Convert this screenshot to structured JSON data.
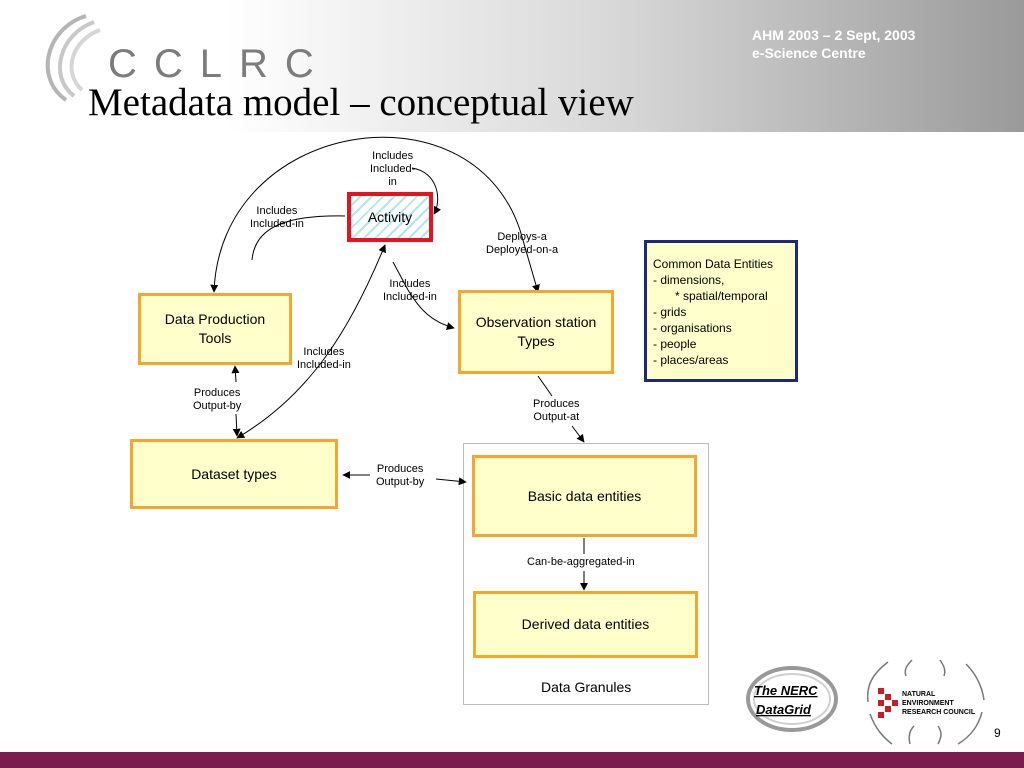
{
  "header": {
    "event_line1": "AHM 2003 – 2 Sept, 2003",
    "event_line2": "e-Science Centre",
    "logo_text": "CCLRC"
  },
  "slide": {
    "title": "Metadata model – conceptual view",
    "page_number": "9"
  },
  "nodes": {
    "activity": "Activity",
    "data_production_tools": "Data Production Tools",
    "observation_station_types": "Observation station Types",
    "dataset_types": "Dataset types",
    "basic_data_entities": "Basic data entities",
    "derived_data_entities": "Derived data entities",
    "data_granules": "Data Granules"
  },
  "edges": {
    "activity_self_1": "Includes",
    "activity_self_2": "Included-",
    "activity_self_3": "in",
    "activity_tools_1": "Includes",
    "activity_tools_2": "Included-in",
    "deploys_1": "Deploys-a",
    "deploys_2": "Deployed-on-a",
    "activity_obs_1": "Includes",
    "activity_obs_2": "Included-in",
    "activity_dataset_1": "Includes",
    "activity_dataset_2": "Included-in",
    "tools_dataset_1": "Produces",
    "tools_dataset_2": "Output-by",
    "obs_granules_1": "Produces",
    "obs_granules_2": "Output-at",
    "dataset_basic_1": "Produces",
    "dataset_basic_2": "Output-by",
    "aggregated": "Can-be-aggregated-in"
  },
  "common_entities": {
    "title": "Common Data Entities",
    "items": [
      "- dimensions,",
      "* spatial/temporal",
      "- grids",
      "- organisations",
      "- people",
      "- places/areas"
    ]
  },
  "logos": {
    "datagrid_line1": "The NERC",
    "datagrid_line2": "DataGrid",
    "nerc_line1": "NATURAL",
    "nerc_line2": "ENVIRONMENT",
    "nerc_line3": "RESEARCH COUNCIL"
  },
  "colors": {
    "box_fill": "#ffffcc",
    "box_border": "#f0a830",
    "activity_border": "#e8121e",
    "common_border": "#1f2a77",
    "bottom_bar": "#7b1b4e"
  }
}
